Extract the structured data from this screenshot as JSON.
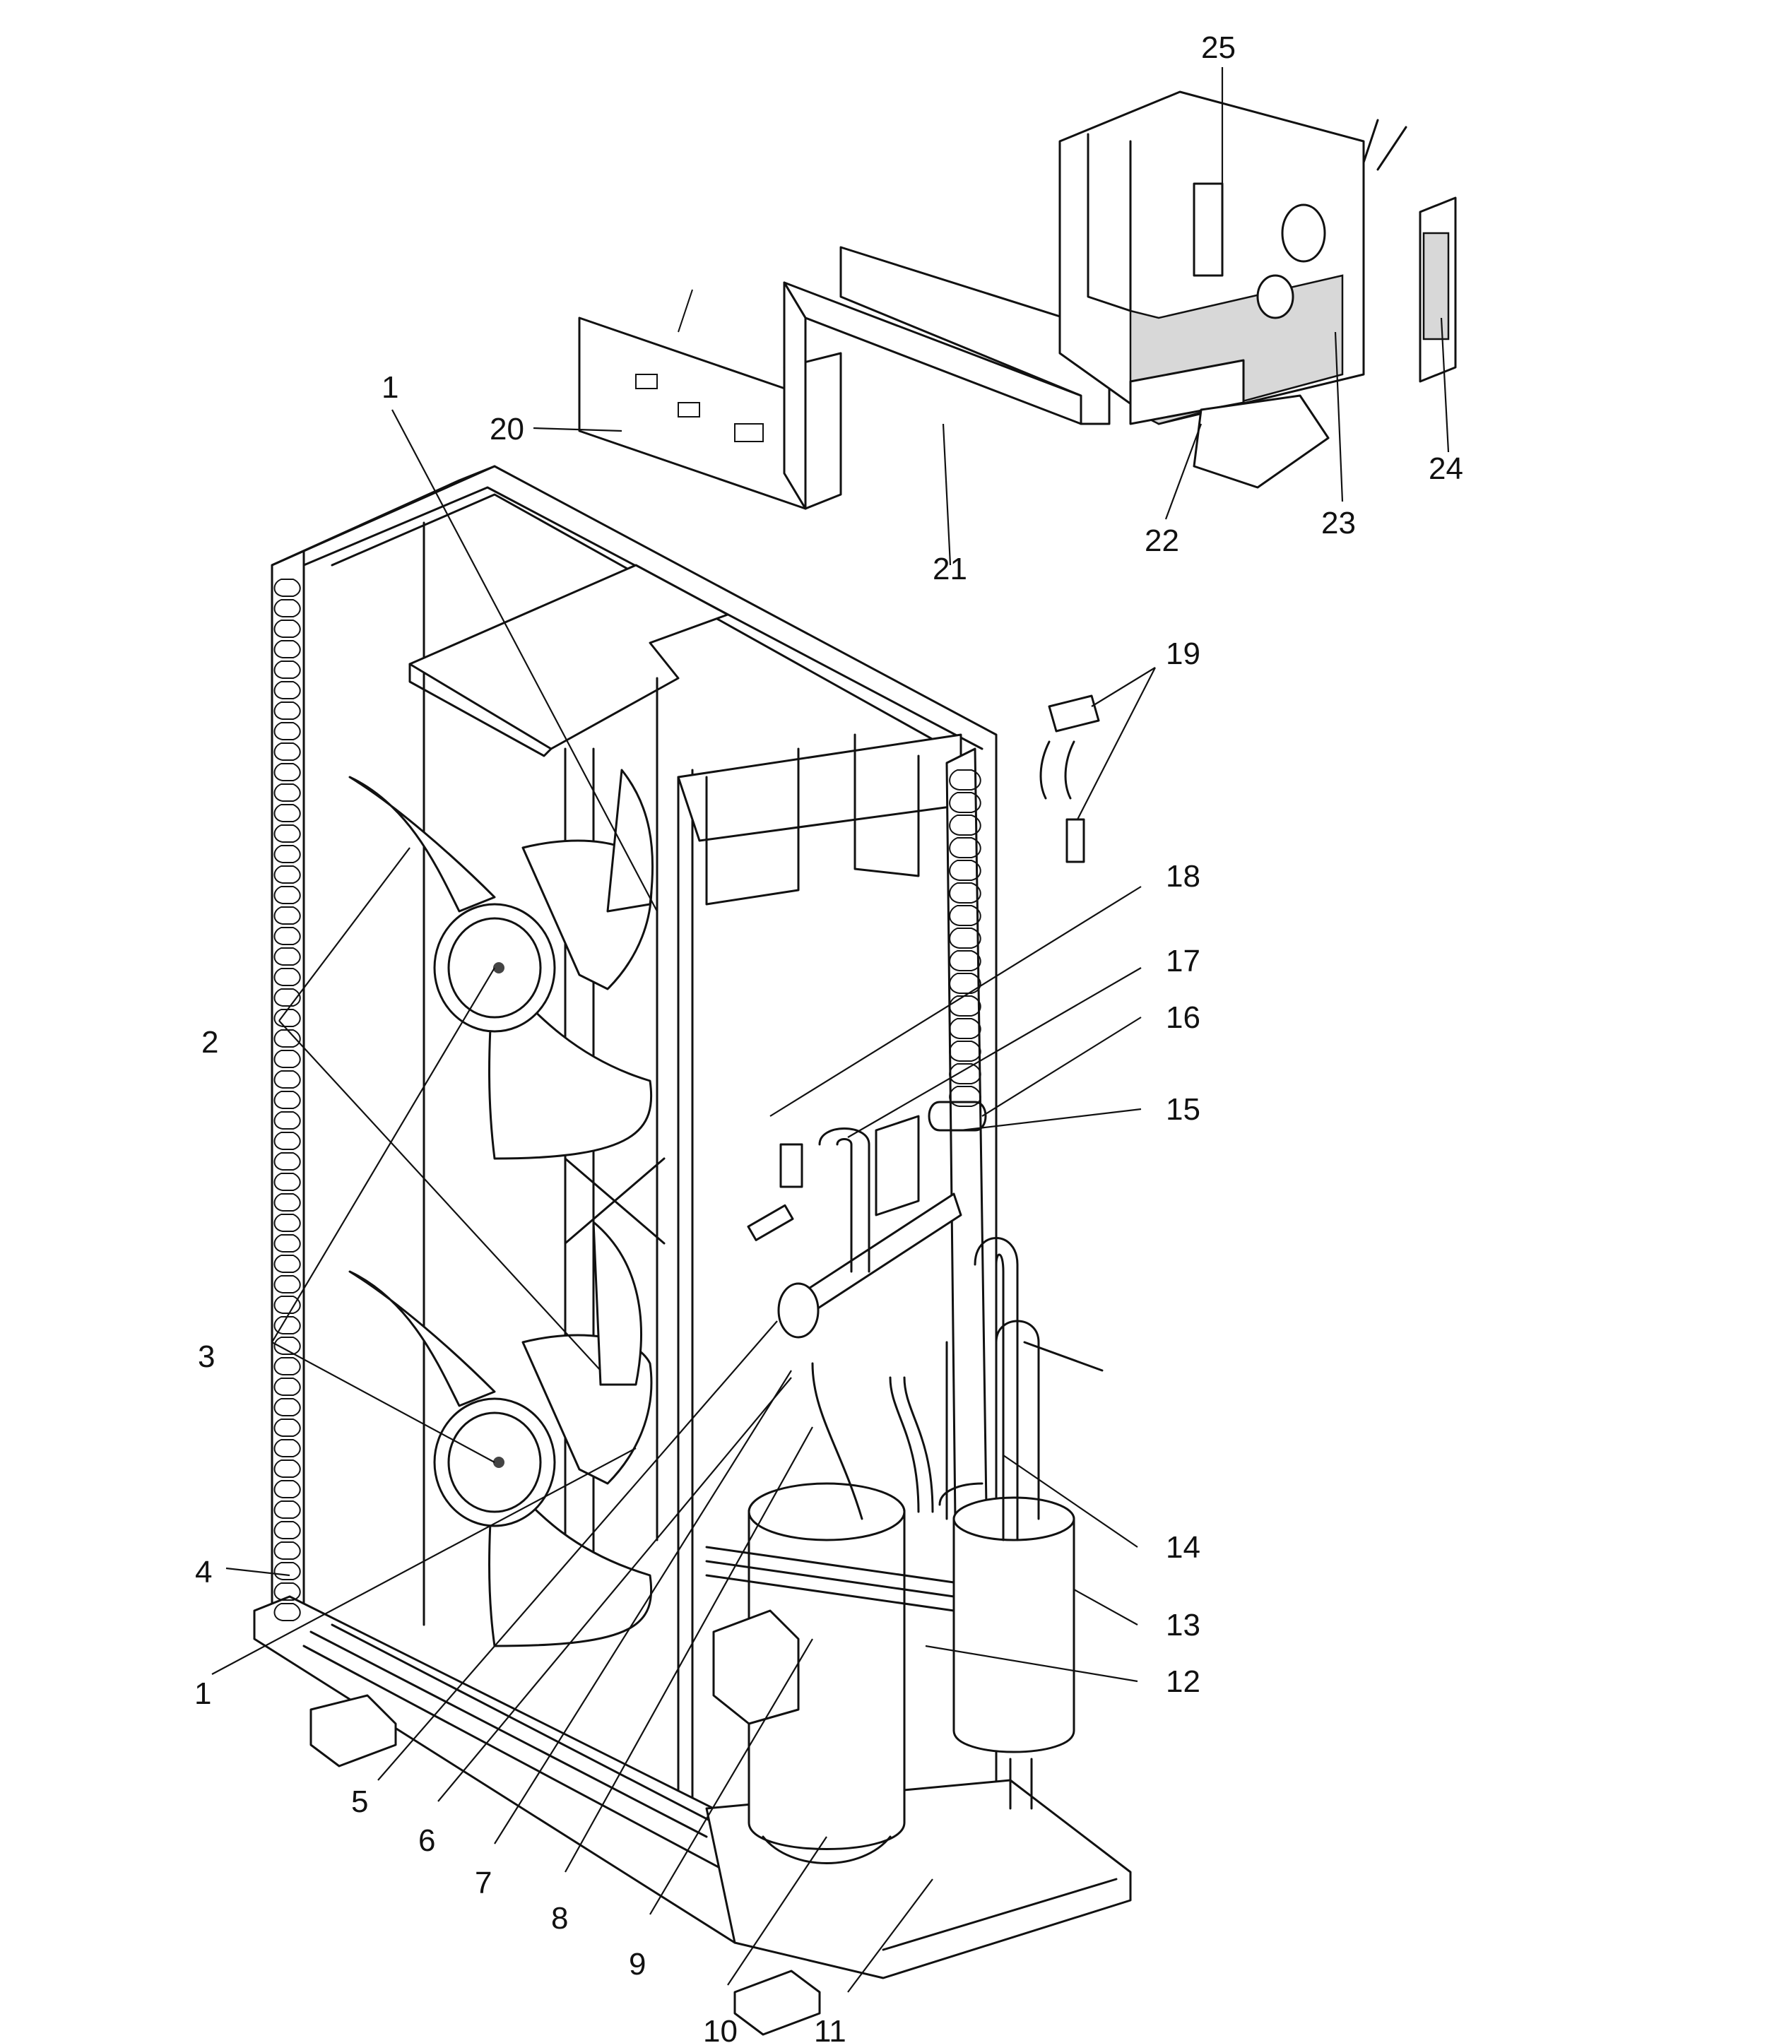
{
  "callouts": [
    {
      "id": "c1a",
      "text": "1"
    },
    {
      "id": "c1b",
      "text": "1"
    },
    {
      "id": "c2",
      "text": "2"
    },
    {
      "id": "c3",
      "text": "3"
    },
    {
      "id": "c4",
      "text": "4"
    },
    {
      "id": "c5",
      "text": "5"
    },
    {
      "id": "c6",
      "text": "6"
    },
    {
      "id": "c7",
      "text": "7"
    },
    {
      "id": "c8",
      "text": "8"
    },
    {
      "id": "c9",
      "text": "9"
    },
    {
      "id": "c10",
      "text": "10"
    },
    {
      "id": "c11",
      "text": "11"
    },
    {
      "id": "c12",
      "text": "12"
    },
    {
      "id": "c13",
      "text": "13"
    },
    {
      "id": "c14",
      "text": "14"
    },
    {
      "id": "c15",
      "text": "15"
    },
    {
      "id": "c16",
      "text": "16"
    },
    {
      "id": "c17",
      "text": "17"
    },
    {
      "id": "c18",
      "text": "18"
    },
    {
      "id": "c19",
      "text": "19"
    },
    {
      "id": "c20",
      "text": "20"
    },
    {
      "id": "c21",
      "text": "21"
    },
    {
      "id": "c22",
      "text": "22"
    },
    {
      "id": "c23",
      "text": "23"
    },
    {
      "id": "c24",
      "text": "24"
    },
    {
      "id": "c25",
      "text": "25"
    }
  ]
}
